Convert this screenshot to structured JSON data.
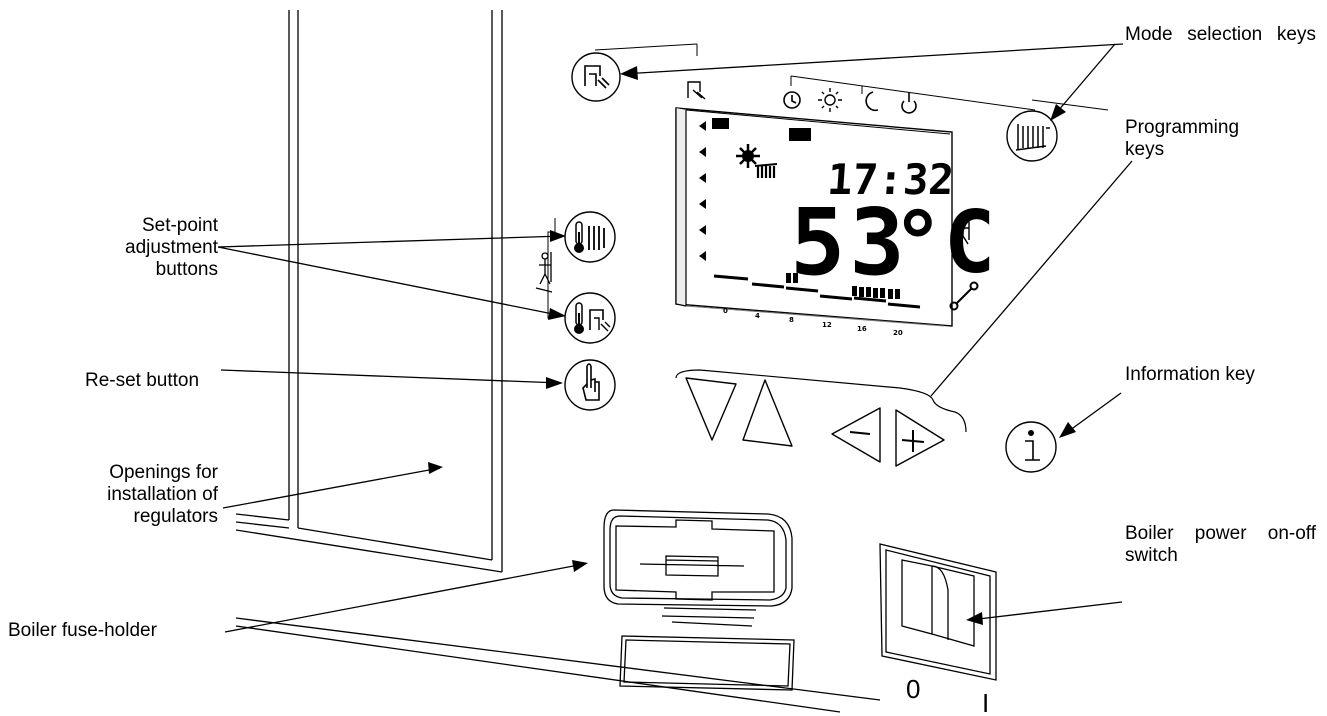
{
  "labels": {
    "mode_selection_keys": "Mode selection keys",
    "programming_keys": "Programming keys",
    "setpoint_adjustment_buttons": "Set-point adjustment buttons",
    "reset_button": "Re-set button",
    "information_key": "Information key",
    "openings_for_regulators": "Openings for installation of regulators",
    "boiler_power_switch": "Boiler power on-off switch",
    "boiler_fuse_holder": "Boiler fuse-holder"
  },
  "display": {
    "time": "17:32",
    "temperature": "53",
    "unit": "°C",
    "hour_ticks": [
      "0",
      "4",
      "8",
      "12",
      "16",
      "20"
    ]
  },
  "switch": {
    "off_symbol": "0",
    "on_symbol": "I"
  },
  "icons": {
    "mode_dhw_key": "tap-icon",
    "mode_heating_key": "radiator-icon",
    "setpoint_heating": "thermometer-radiator-icon",
    "setpoint_dhw": "thermometer-tap-icon",
    "reset": "hand-icon",
    "info": "info-icon",
    "mode_auto": "clock-icon",
    "mode_comfort": "sun-icon",
    "mode_reduced": "moon-icon",
    "mode_standby": "power-icon",
    "service": "wrench-icon",
    "chimney_sweep": "chimney-sweep-icon"
  }
}
